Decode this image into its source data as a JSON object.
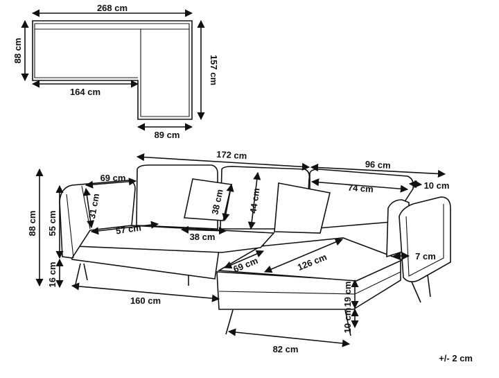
{
  "plan": {
    "total_width": "268 cm",
    "depth": "88 cm",
    "seat_width": "164 cm",
    "total_depth": "157 cm",
    "chaise_width": "89 cm"
  },
  "side": {
    "main_width": "172 cm",
    "chaise_width": "96 cm",
    "armrest_depth": "69 cm",
    "armrest_height": "31 cm",
    "seat_depth": "57 cm",
    "pillow_width": "38 cm",
    "pillow_height": "38 cm",
    "backrest_height": "44 cm",
    "chaise_inner_width": "74 cm",
    "arm_thickness": "10 cm",
    "total_height": "88 cm",
    "seat_height": "55 cm",
    "leg_height": "16 cm",
    "chaise_arm_depth": "69 cm",
    "chaise_length": "126 cm",
    "side_arm_width": "7 cm",
    "base_width": "160 cm",
    "cushion_height": "19 cm",
    "base_height": "10 cm",
    "chaise_base_width": "82 cm"
  },
  "tolerance": "+/- 2 cm"
}
